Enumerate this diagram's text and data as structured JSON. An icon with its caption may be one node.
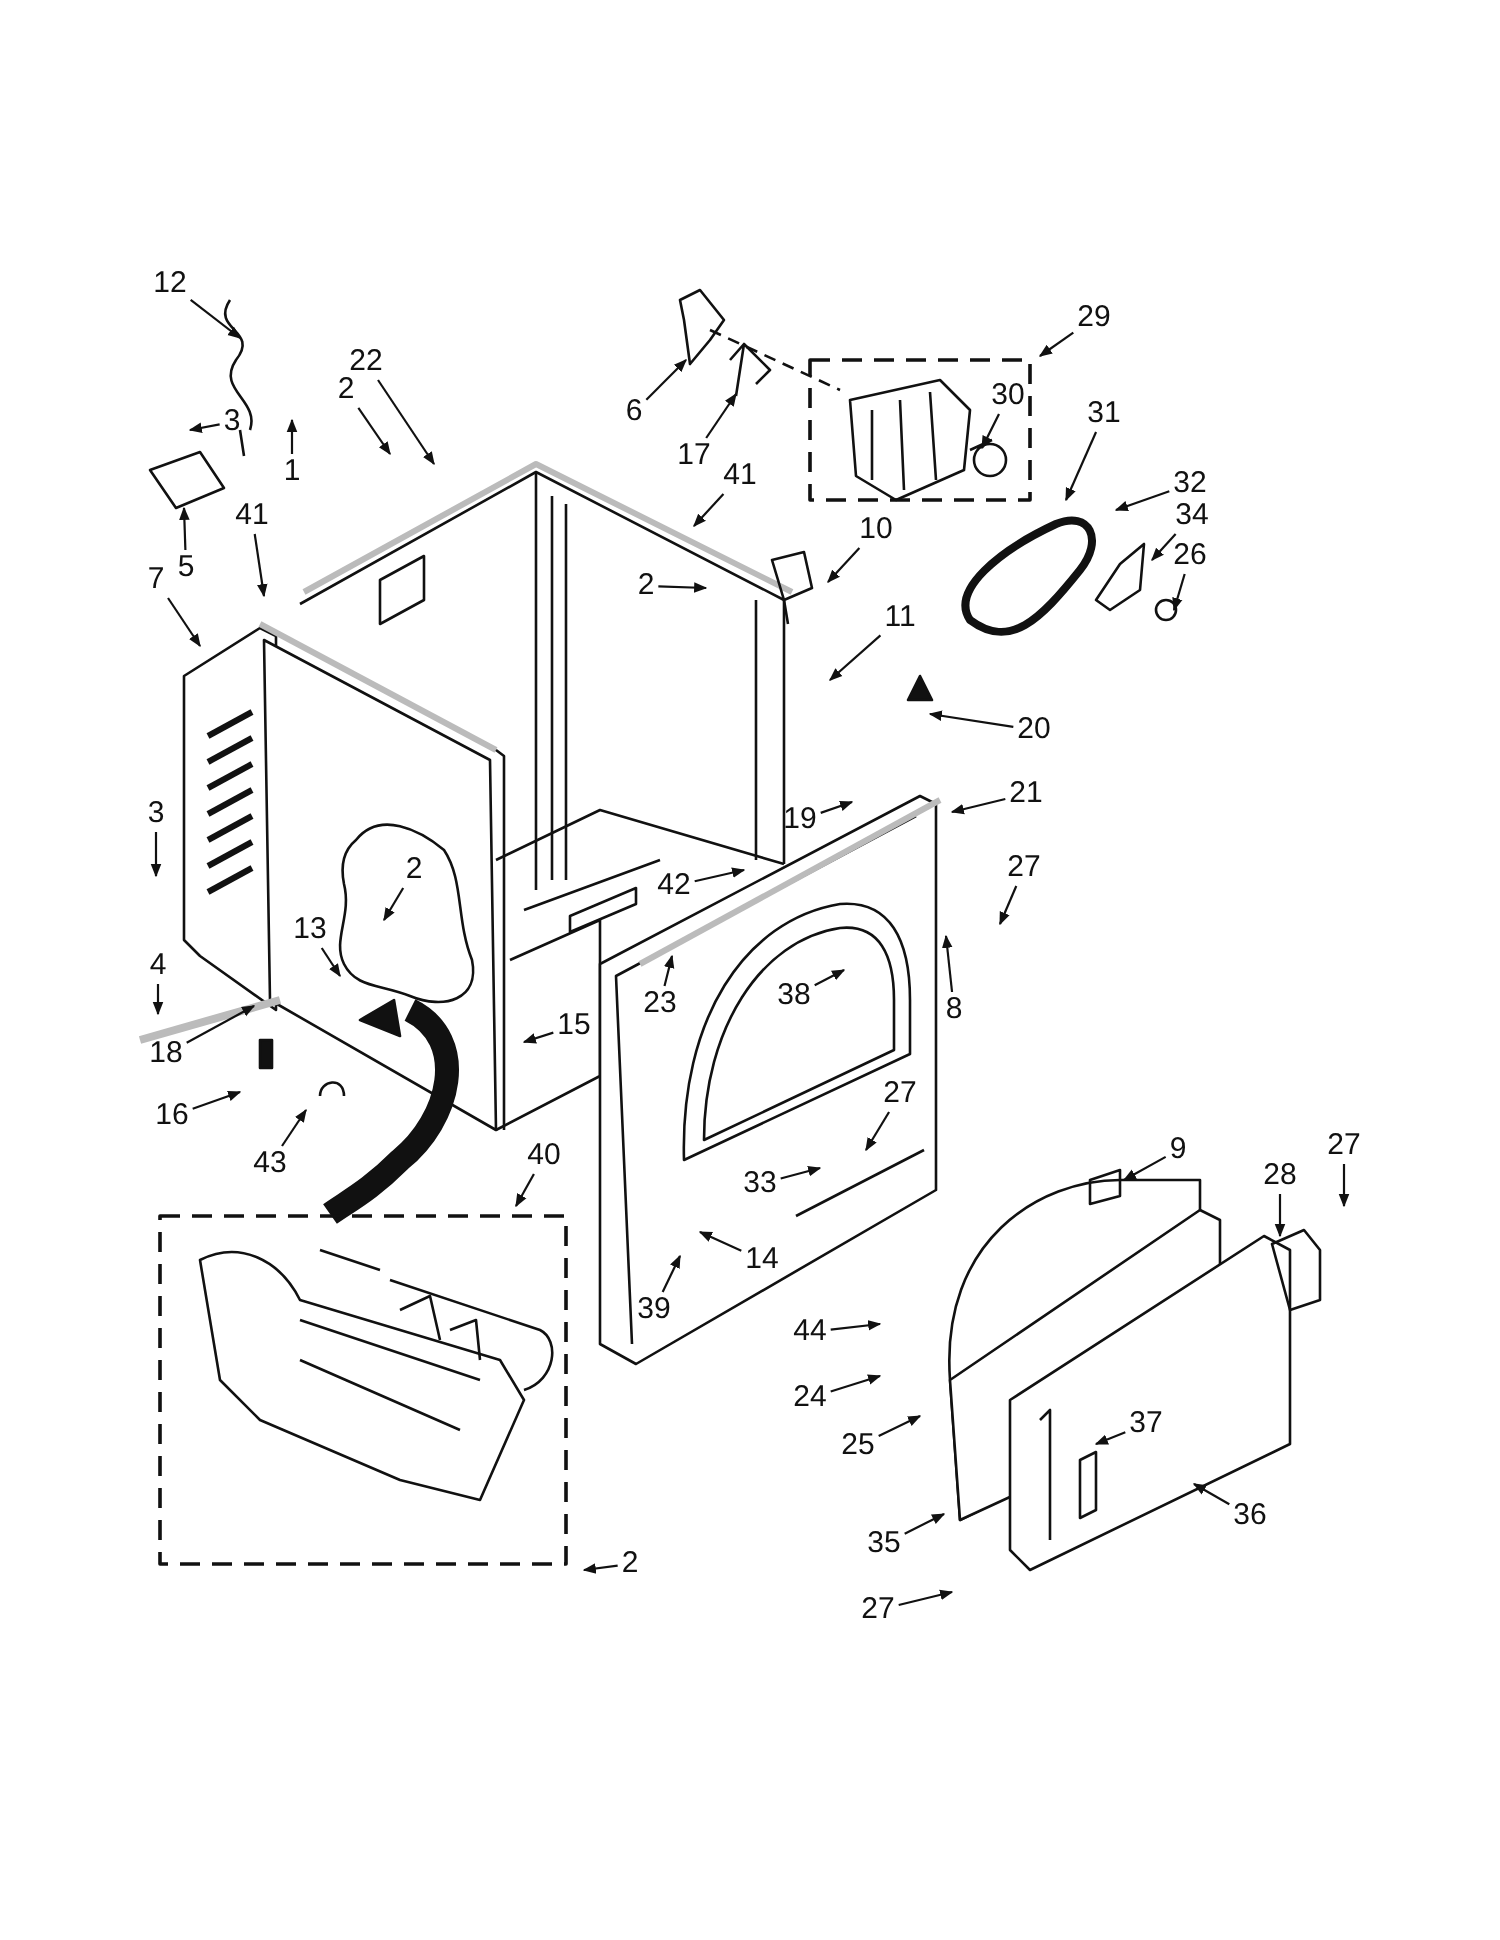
{
  "diagram": {
    "nodes": [
      {
        "text": [
          "12"
        ]
      },
      {
        "text": [
          "22"
        ]
      },
      {
        "text": [
          "3"
        ]
      },
      {
        "text": [
          "2"
        ]
      },
      {
        "text": [
          "1"
        ]
      },
      {
        "text": [
          "5"
        ]
      },
      {
        "text": [
          "41"
        ]
      },
      {
        "text": [
          "7"
        ]
      },
      {
        "text": [
          "6"
        ]
      },
      {
        "text": [
          "17"
        ]
      },
      {
        "text": [
          "29"
        ]
      },
      {
        "text": [
          "30"
        ]
      },
      {
        "text": [
          "31"
        ]
      },
      {
        "text": [
          "32"
        ]
      },
      {
        "text": [
          "34"
        ]
      },
      {
        "text": [
          "26"
        ]
      },
      {
        "text": [
          "41"
        ]
      },
      {
        "text": [
          "10"
        ]
      },
      {
        "text": [
          "2"
        ]
      },
      {
        "text": [
          "11"
        ]
      },
      {
        "text": [
          "20"
        ]
      },
      {
        "text": [
          "19"
        ]
      },
      {
        "text": [
          "21"
        ]
      },
      {
        "text": [
          "3"
        ]
      },
      {
        "text": [
          "2"
        ]
      },
      {
        "text": [
          "42"
        ]
      },
      {
        "text": [
          "27"
        ]
      },
      {
        "text": [
          "13"
        ]
      },
      {
        "text": [
          "23"
        ]
      },
      {
        "text": [
          "38"
        ]
      },
      {
        "text": [
          "8"
        ]
      },
      {
        "text": [
          "4"
        ]
      },
      {
        "text": [
          "18"
        ]
      },
      {
        "text": [
          "15"
        ]
      },
      {
        "text": [
          "16"
        ]
      },
      {
        "text": [
          "27"
        ]
      },
      {
        "text": [
          "43"
        ]
      },
      {
        "text": [
          "40"
        ]
      },
      {
        "text": [
          "33"
        ]
      },
      {
        "text": [
          "9"
        ]
      },
      {
        "text": [
          "27"
        ]
      },
      {
        "text": [
          "28"
        ]
      },
      {
        "text": [
          "14"
        ]
      },
      {
        "text": [
          "39"
        ]
      },
      {
        "text": [
          "44"
        ]
      },
      {
        "text": [
          "24"
        ]
      },
      {
        "text": [
          "25"
        ]
      },
      {
        "text": [
          "37"
        ]
      },
      {
        "text": [
          "36"
        ]
      },
      {
        "text": [
          "35"
        ]
      },
      {
        "text": [
          "2"
        ]
      },
      {
        "text": [
          "27"
        ]
      }
    ],
    "edges": [
      {
        "from": 0,
        "to": null,
        "arrow": "to"
      },
      {
        "from": 1,
        "to": null,
        "arrow": "to"
      },
      {
        "from": 2,
        "to": null,
        "arrow": "to"
      },
      {
        "from": 3,
        "to": null,
        "arrow": "to"
      },
      {
        "from": 4,
        "to": null,
        "arrow": "to"
      },
      {
        "from": 5,
        "to": null,
        "arrow": "to"
      },
      {
        "from": 6,
        "to": null,
        "arrow": "to"
      },
      {
        "from": 7,
        "to": null,
        "arrow": "to"
      },
      {
        "from": 8,
        "to": null,
        "arrow": "to"
      },
      {
        "from": 9,
        "to": null,
        "arrow": "to"
      },
      {
        "from": 10,
        "to": null,
        "arrow": "to"
      },
      {
        "from": 11,
        "to": null,
        "arrow": "to"
      },
      {
        "from": 12,
        "to": null,
        "arrow": "to"
      },
      {
        "from": 13,
        "to": null,
        "arrow": "to"
      },
      {
        "from": 14,
        "to": null,
        "arrow": "to"
      },
      {
        "from": 15,
        "to": null,
        "arrow": "to"
      },
      {
        "from": 16,
        "to": null,
        "arrow": "to"
      },
      {
        "from": 17,
        "to": null,
        "arrow": "to"
      },
      {
        "from": 18,
        "to": null,
        "arrow": "to"
      },
      {
        "from": 19,
        "to": null,
        "arrow": "to"
      },
      {
        "from": 20,
        "to": null,
        "arrow": "to"
      },
      {
        "from": 21,
        "to": null,
        "arrow": "to"
      },
      {
        "from": 22,
        "to": null,
        "arrow": "to"
      },
      {
        "from": 23,
        "to": null,
        "arrow": "to"
      },
      {
        "from": 24,
        "to": null,
        "arrow": "to"
      },
      {
        "from": 25,
        "to": null,
        "arrow": "to"
      },
      {
        "from": 26,
        "to": null,
        "arrow": "to"
      },
      {
        "from": 27,
        "to": null,
        "arrow": "to"
      },
      {
        "from": 28,
        "to": null,
        "arrow": "to"
      },
      {
        "from": 29,
        "to": null,
        "arrow": "to"
      },
      {
        "from": 30,
        "to": null,
        "arrow": "to"
      },
      {
        "from": 31,
        "to": null,
        "arrow": "to"
      },
      {
        "from": 32,
        "to": null,
        "arrow": "to"
      },
      {
        "from": 33,
        "to": null,
        "arrow": "to"
      },
      {
        "from": 34,
        "to": null,
        "arrow": "to"
      },
      {
        "from": 35,
        "to": null,
        "arrow": "to"
      },
      {
        "from": 36,
        "to": null,
        "arrow": "to"
      },
      {
        "from": 37,
        "to": null,
        "arrow": "to"
      },
      {
        "from": 38,
        "to": null,
        "arrow": "to"
      },
      {
        "from": 39,
        "to": null,
        "arrow": "to"
      },
      {
        "from": 40,
        "to": null,
        "arrow": "to"
      },
      {
        "from": 41,
        "to": null,
        "arrow": "to"
      },
      {
        "from": 42,
        "to": null,
        "arrow": "to"
      },
      {
        "from": 43,
        "to": null,
        "arrow": "to"
      },
      {
        "from": 44,
        "to": null,
        "arrow": "to"
      },
      {
        "from": 45,
        "to": null,
        "arrow": "to"
      },
      {
        "from": 46,
        "to": null,
        "arrow": "to"
      },
      {
        "from": 47,
        "to": null,
        "arrow": "to"
      },
      {
        "from": 48,
        "to": null,
        "arrow": "to"
      },
      {
        "from": 49,
        "to": null,
        "arrow": "to"
      },
      {
        "from": 50,
        "to": null,
        "arrow": "to"
      },
      {
        "from": 51,
        "to": null,
        "arrow": "to"
      }
    ]
  }
}
